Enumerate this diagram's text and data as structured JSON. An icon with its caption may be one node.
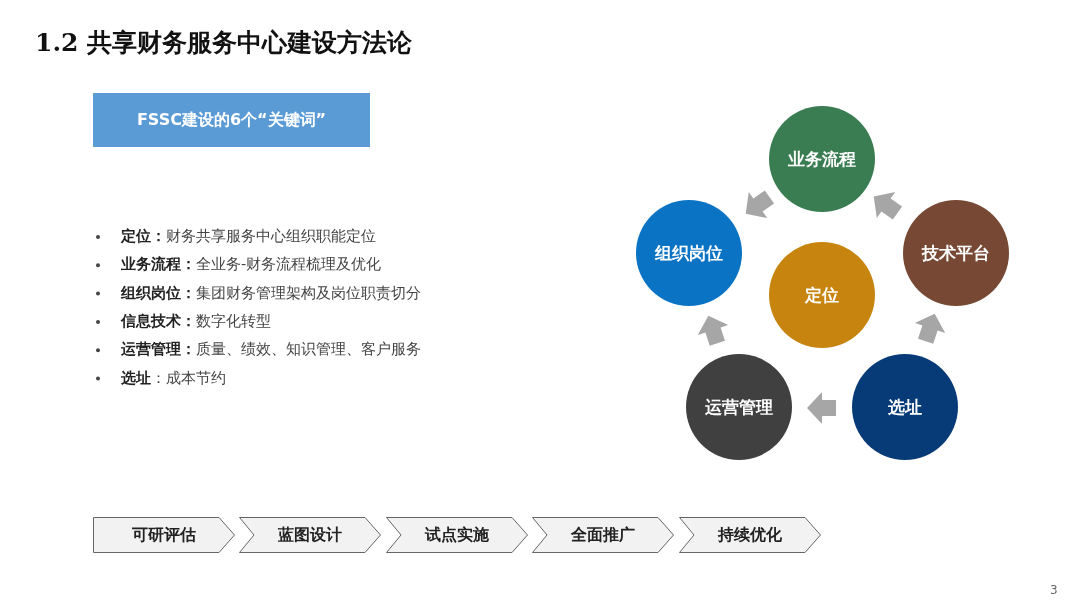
{
  "diagram": {
    "title": "1.2 共享财务服务中心建设方法论",
    "nodes": [
      {
        "text": [
          "FSSC建设的6个“关键词”"
        ]
      },
      {
        "text": [
          "定位"
        ]
      },
      {
        "text": [
          "业务流程"
        ]
      },
      {
        "text": [
          "技术平台"
        ]
      },
      {
        "text": [
          "选址"
        ]
      },
      {
        "text": [
          "运营管理"
        ]
      },
      {
        "text": [
          "组织岗位"
        ]
      },
      {
        "text": [
          "可研评估"
        ]
      },
      {
        "text": [
          "蓝图设计"
        ]
      },
      {
        "text": [
          "试点实施"
        ]
      },
      {
        "text": [
          "全面推广"
        ]
      },
      {
        "text": [
          "持续优化"
        ]
      }
    ],
    "edges": [
      {
        "from": 2,
        "to": 6,
        "arrow": "to"
      },
      {
        "from": 3,
        "to": 2,
        "arrow": "to"
      },
      {
        "from": 4,
        "to": 3,
        "arrow": "to"
      },
      {
        "from": 4,
        "to": 5,
        "arrow": "to"
      },
      {
        "from": 5,
        "to": 6,
        "arrow": "to"
      }
    ],
    "labels": [
      "**定位：**财务共享服务中心组织职能定位",
      "**业务流程：**全业务-财务流程梳理及优化",
      "**组织岗位：**集团财务管理架构及岗位职责切分",
      "**信息技术：**数字化转型",
      "**运营管理：**质量、绩效、知识管理、客户服务",
      "**选址**：成本节约",
      "3"
    ]
  }
}
